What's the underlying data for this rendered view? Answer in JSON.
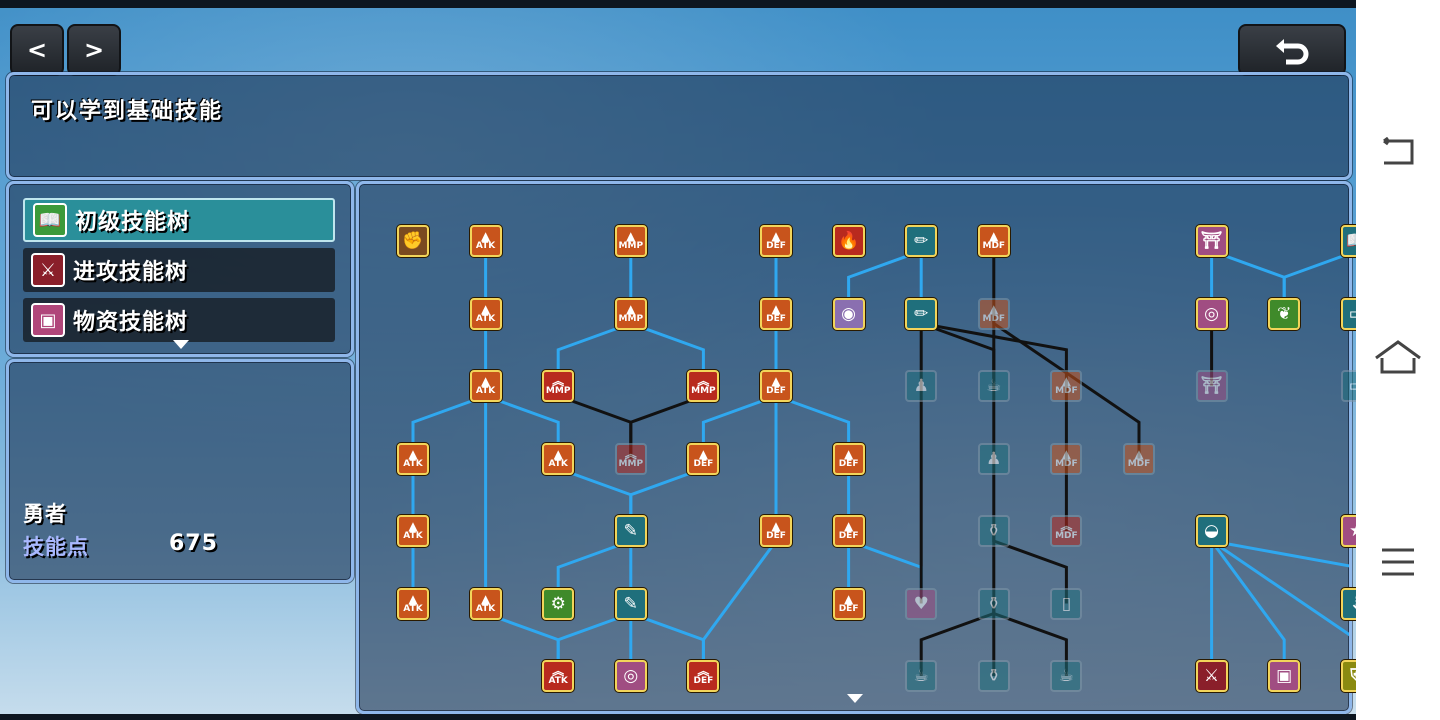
{
  "nav": {
    "prev": "<",
    "next": ">",
    "back_icon": "undo-arrow-icon"
  },
  "header": {
    "title": "可以学到基础技能"
  },
  "skill_trees": [
    {
      "label": "初级技能树",
      "icon": "book-sprout-icon",
      "color": "#3c9a3a",
      "glyph": "📖",
      "active": true
    },
    {
      "label": "进攻技能树",
      "icon": "sword-icon",
      "color": "#8a1f2a",
      "glyph": "⚔",
      "active": false
    },
    {
      "label": "物资技能树",
      "icon": "crate-icon",
      "color": "#b0467a",
      "glyph": "▣",
      "active": false
    }
  ],
  "character": {
    "name": "勇者",
    "points_label": "技能点",
    "points_value": "675"
  },
  "colors": {
    "atk": "#c8541c",
    "def": "#c8541c",
    "mmp": "#c8541c",
    "mdf": "#c8541c",
    "red": "#b82a1e",
    "teal": "#1f6f7c",
    "purple": "#a04d82",
    "green": "#3f8a2a",
    "active_link": "#2fa8f0",
    "locked_link": "#111111",
    "gold_border": "#f2d55a"
  },
  "skill_nodes": [
    {
      "id": "a1",
      "col": 0,
      "row": 0,
      "type": "glyph",
      "glyph": "✊",
      "color": "#7a4a20",
      "icon": "fist-icon"
    },
    {
      "id": "b1",
      "col": 1,
      "row": 0,
      "type": "stat",
      "label": "ATK",
      "color": "#c8541c"
    },
    {
      "id": "b2",
      "col": 1,
      "row": 1,
      "type": "stat",
      "label": "ATK",
      "color": "#c8541c"
    },
    {
      "id": "b3",
      "col": 1,
      "row": 2,
      "type": "stat",
      "label": "ATK",
      "color": "#c8541c"
    },
    {
      "id": "a4",
      "col": 0,
      "row": 3,
      "type": "stat",
      "label": "ATK",
      "color": "#c8541c"
    },
    {
      "id": "a5",
      "col": 0,
      "row": 4,
      "type": "stat",
      "label": "ATK",
      "color": "#c8541c"
    },
    {
      "id": "a6",
      "col": 0,
      "row": 5,
      "type": "stat",
      "label": "ATK",
      "color": "#c8541c"
    },
    {
      "id": "b6",
      "col": 1,
      "row": 5,
      "type": "stat",
      "label": "ATK",
      "color": "#c8541c"
    },
    {
      "id": "d1",
      "col": 3,
      "row": 0,
      "type": "stat",
      "label": "MMP",
      "color": "#c8541c"
    },
    {
      "id": "d2",
      "col": 3,
      "row": 1,
      "type": "stat",
      "label": "MMP",
      "color": "#c8541c"
    },
    {
      "id": "c3",
      "col": 2,
      "row": 2,
      "type": "stat2",
      "label": "MMP",
      "color": "#b82a1e"
    },
    {
      "id": "e3",
      "col": 4,
      "row": 2,
      "type": "stat2",
      "label": "MMP",
      "color": "#b82a1e"
    },
    {
      "id": "c4",
      "col": 2,
      "row": 3,
      "type": "stat",
      "label": "ATK",
      "color": "#c8541c"
    },
    {
      "id": "d4",
      "col": 3,
      "row": 3,
      "type": "stat2",
      "label": "MMP",
      "color": "#b82a1e",
      "locked": true
    },
    {
      "id": "e4",
      "col": 4,
      "row": 3,
      "type": "stat",
      "label": "DEF",
      "color": "#c8541c"
    },
    {
      "id": "d5",
      "col": 3,
      "row": 4,
      "type": "glyph",
      "glyph": "✎",
      "color": "#1f6f7c",
      "icon": "scroll-icon"
    },
    {
      "id": "c6",
      "col": 2,
      "row": 5,
      "type": "glyph",
      "glyph": "⚙",
      "color": "#3f8a2a",
      "icon": "gear-icon"
    },
    {
      "id": "d6",
      "col": 3,
      "row": 5,
      "type": "glyph",
      "glyph": "✎",
      "color": "#1f6f7c",
      "icon": "scroll-icon"
    },
    {
      "id": "c7",
      "col": 2,
      "row": 6,
      "type": "stat2",
      "label": "ATK",
      "color": "#b82a1e"
    },
    {
      "id": "d7",
      "col": 3,
      "row": 6,
      "type": "glyph",
      "glyph": "◎",
      "color": "#a04d82",
      "icon": "ring-icon"
    },
    {
      "id": "e7",
      "col": 4,
      "row": 6,
      "type": "stat2",
      "label": "DEF",
      "color": "#b82a1e"
    },
    {
      "id": "f1",
      "col": 5,
      "row": 0,
      "type": "stat",
      "label": "DEF",
      "color": "#c8541c"
    },
    {
      "id": "f2",
      "col": 5,
      "row": 1,
      "type": "stat",
      "label": "DEF",
      "color": "#c8541c"
    },
    {
      "id": "f3",
      "col": 5,
      "row": 2,
      "type": "stat",
      "label": "DEF",
      "color": "#c8541c"
    },
    {
      "id": "f5",
      "col": 5,
      "row": 4,
      "type": "stat",
      "label": "DEF",
      "color": "#c8541c"
    },
    {
      "id": "g1",
      "col": 6,
      "row": 0,
      "type": "glyph",
      "glyph": "🔥",
      "color": "#b82a1e",
      "icon": "fire-icon"
    },
    {
      "id": "g2",
      "col": 6,
      "row": 1,
      "type": "glyph",
      "glyph": "◉",
      "color": "#8a6fb0",
      "icon": "vortex-icon"
    },
    {
      "id": "g4",
      "col": 6,
      "row": 3,
      "type": "stat",
      "label": "DEF",
      "color": "#c8541c"
    },
    {
      "id": "g5",
      "col": 6,
      "row": 4,
      "type": "stat",
      "label": "DEF",
      "color": "#c8541c"
    },
    {
      "id": "g6",
      "col": 6,
      "row": 5,
      "type": "stat",
      "label": "DEF",
      "color": "#c8541c"
    },
    {
      "id": "h1",
      "col": 7,
      "row": 0,
      "type": "glyph",
      "glyph": "✏",
      "color": "#1f6f7c",
      "icon": "quill-icon"
    },
    {
      "id": "h2",
      "col": 7,
      "row": 1,
      "type": "glyph",
      "glyph": "✏",
      "color": "#1f6f7c",
      "icon": "quill-icon"
    },
    {
      "id": "h3",
      "col": 7,
      "row": 2,
      "type": "glyph",
      "glyph": "♟",
      "color": "#1f6f7c",
      "icon": "statue-icon",
      "locked": true
    },
    {
      "id": "h6",
      "col": 7,
      "row": 5,
      "type": "glyph",
      "glyph": "♥",
      "color": "#a04d82",
      "icon": "heart-icon",
      "locked": true
    },
    {
      "id": "h7",
      "col": 7,
      "row": 6,
      "type": "glyph",
      "glyph": "☕",
      "color": "#1f6f7c",
      "icon": "mug-icon",
      "locked": true
    },
    {
      "id": "i1",
      "col": 8,
      "row": 0,
      "type": "stat",
      "label": "MDF",
      "color": "#c8541c"
    },
    {
      "id": "i2",
      "col": 8,
      "row": 1,
      "type": "stat",
      "label": "MDF",
      "color": "#c8541c",
      "locked": true
    },
    {
      "id": "i3",
      "col": 8,
      "row": 2,
      "type": "glyph",
      "glyph": "☕",
      "color": "#1f6f7c",
      "icon": "mug-icon",
      "locked": true
    },
    {
      "id": "i4",
      "col": 8,
      "row": 3,
      "type": "glyph",
      "glyph": "♟",
      "color": "#1f6f7c",
      "icon": "statue-icon",
      "locked": true
    },
    {
      "id": "i5",
      "col": 8,
      "row": 4,
      "type": "glyph",
      "glyph": "⚱",
      "color": "#1f6f7c",
      "icon": "potion-icon",
      "locked": true
    },
    {
      "id": "i6",
      "col": 8,
      "row": 5,
      "type": "glyph",
      "glyph": "⚱",
      "color": "#1f6f7c",
      "icon": "potion-icon",
      "locked": true
    },
    {
      "id": "i7",
      "col": 8,
      "row": 6,
      "type": "glyph",
      "glyph": "⚱",
      "color": "#1f6f7c",
      "icon": "pot-icon",
      "locked": true
    },
    {
      "id": "j3",
      "col": 9,
      "row": 2,
      "type": "stat",
      "label": "MDF",
      "color": "#c8541c",
      "locked": true
    },
    {
      "id": "j4",
      "col": 9,
      "row": 3,
      "type": "stat",
      "label": "MDF",
      "color": "#c8541c",
      "locked": true
    },
    {
      "id": "j5",
      "col": 9,
      "row": 4,
      "type": "stat2",
      "label": "MDF",
      "color": "#b82a1e",
      "locked": true
    },
    {
      "id": "j6",
      "col": 9,
      "row": 5,
      "type": "glyph",
      "glyph": "▯",
      "color": "#1f6f7c",
      "icon": "jar-icon",
      "locked": true
    },
    {
      "id": "j7",
      "col": 9,
      "row": 6,
      "type": "glyph",
      "glyph": "☕",
      "color": "#1f6f7c",
      "icon": "mug-icon",
      "locked": true
    },
    {
      "id": "k4",
      "col": 10,
      "row": 3,
      "type": "stat",
      "label": "MDF",
      "color": "#c8541c",
      "locked": true
    },
    {
      "id": "l1",
      "col": 11,
      "row": 0,
      "type": "glyph",
      "glyph": "⛩",
      "color": "#a04d82",
      "icon": "shrine-icon"
    },
    {
      "id": "l2",
      "col": 11,
      "row": 1,
      "type": "glyph",
      "glyph": "◎",
      "color": "#a04d82",
      "icon": "ring-icon"
    },
    {
      "id": "l3",
      "col": 11,
      "row": 2,
      "type": "glyph",
      "glyph": "⛩",
      "color": "#a04d82",
      "icon": "shrine-icon",
      "locked": true
    },
    {
      "id": "l5",
      "col": 11,
      "row": 4,
      "type": "glyph",
      "glyph": "◒",
      "color": "#1f6f7c",
      "icon": "bowl-icon"
    },
    {
      "id": "l7",
      "col": 11,
      "row": 6,
      "type": "glyph",
      "glyph": "⚔",
      "color": "#8a1f2a",
      "icon": "sword-icon"
    },
    {
      "id": "m2",
      "col": 12,
      "row": 1,
      "type": "glyph",
      "glyph": "❦",
      "color": "#3f8a2a",
      "icon": "herb-icon"
    },
    {
      "id": "m7",
      "col": 12,
      "row": 6,
      "type": "glyph",
      "glyph": "▣",
      "color": "#a04d82",
      "icon": "crate-icon"
    },
    {
      "id": "n1",
      "col": 13,
      "row": 0,
      "type": "glyph",
      "glyph": "📖",
      "color": "#1f6f7c",
      "icon": "book-icon"
    },
    {
      "id": "n2",
      "col": 13,
      "row": 1,
      "type": "glyph",
      "glyph": "▭",
      "color": "#1f6f7c",
      "icon": "tablet-icon"
    },
    {
      "id": "n3",
      "col": 13,
      "row": 2,
      "type": "glyph",
      "glyph": "▭",
      "color": "#1f6f7c",
      "icon": "tablet-icon",
      "locked": true
    },
    {
      "id": "n5",
      "col": 13,
      "row": 4,
      "type": "glyph",
      "glyph": "★",
      "color": "#a04d82",
      "icon": "star-icon"
    },
    {
      "id": "n6",
      "col": 13,
      "row": 5,
      "type": "glyph",
      "glyph": "⇣",
      "color": "#1f6f7c",
      "icon": "water-drop-icon"
    },
    {
      "id": "n7",
      "col": 13,
      "row": 6,
      "type": "glyph",
      "glyph": "⛨",
      "color": "#8a8a10",
      "icon": "shield-icon"
    }
  ],
  "skill_links": [
    [
      "b1",
      "b2",
      0
    ],
    [
      "b2",
      "b3",
      0
    ],
    [
      "b3",
      "a4",
      0
    ],
    [
      "b3",
      "c4",
      0
    ],
    [
      "b3",
      "b6",
      0
    ],
    [
      "a4",
      "a5",
      0
    ],
    [
      "a5",
      "a6",
      0
    ],
    [
      "b6",
      "c7",
      0
    ],
    [
      "d1",
      "d2",
      0
    ],
    [
      "d2",
      "c3",
      0
    ],
    [
      "d2",
      "e3",
      0
    ],
    [
      "c3",
      "d4",
      1
    ],
    [
      "e3",
      "d4",
      1
    ],
    [
      "c4",
      "d5",
      0
    ],
    [
      "e4",
      "d5",
      0
    ],
    [
      "d5",
      "c6",
      0
    ],
    [
      "d5",
      "d6",
      0
    ],
    [
      "d6",
      "c7",
      0
    ],
    [
      "d6",
      "d7",
      0
    ],
    [
      "d6",
      "e7",
      0
    ],
    [
      "f1",
      "f2",
      0
    ],
    [
      "f2",
      "f3",
      0
    ],
    [
      "f3",
      "e4",
      0
    ],
    [
      "f3",
      "g4",
      0
    ],
    [
      "f3",
      "f5",
      0
    ],
    [
      "f5",
      "e7",
      0
    ],
    [
      "g4",
      "g5",
      0
    ],
    [
      "g5",
      "g6",
      0
    ],
    [
      "g5",
      "h6",
      0
    ],
    [
      "h1",
      "g2",
      0
    ],
    [
      "h1",
      "h2",
      0
    ],
    [
      "h2",
      "h6",
      1
    ],
    [
      "h2",
      "i3",
      1
    ],
    [
      "h2",
      "j3",
      1
    ],
    [
      "i1",
      "i2",
      1
    ],
    [
      "i2",
      "k4",
      1
    ],
    [
      "i2",
      "i4",
      1
    ],
    [
      "i4",
      "i5",
      1
    ],
    [
      "i5",
      "i6",
      1
    ],
    [
      "i5",
      "j6",
      1
    ],
    [
      "i6",
      "h7",
      1
    ],
    [
      "i6",
      "i7",
      1
    ],
    [
      "i6",
      "j7",
      1
    ],
    [
      "j4",
      "j5",
      1
    ],
    [
      "j3",
      "j4",
      1
    ],
    [
      "l1",
      "l2",
      0
    ],
    [
      "l1",
      "m2",
      0
    ],
    [
      "n1",
      "m2",
      0
    ],
    [
      "n1",
      "n2",
      0
    ],
    [
      "l2",
      "l3",
      1
    ],
    [
      "n2",
      "n3",
      1
    ],
    [
      "l5",
      "l7",
      0
    ],
    [
      "l5",
      "m7",
      0
    ],
    [
      "l5",
      "n7",
      0
    ],
    [
      "l5",
      "n6",
      0
    ]
  ]
}
